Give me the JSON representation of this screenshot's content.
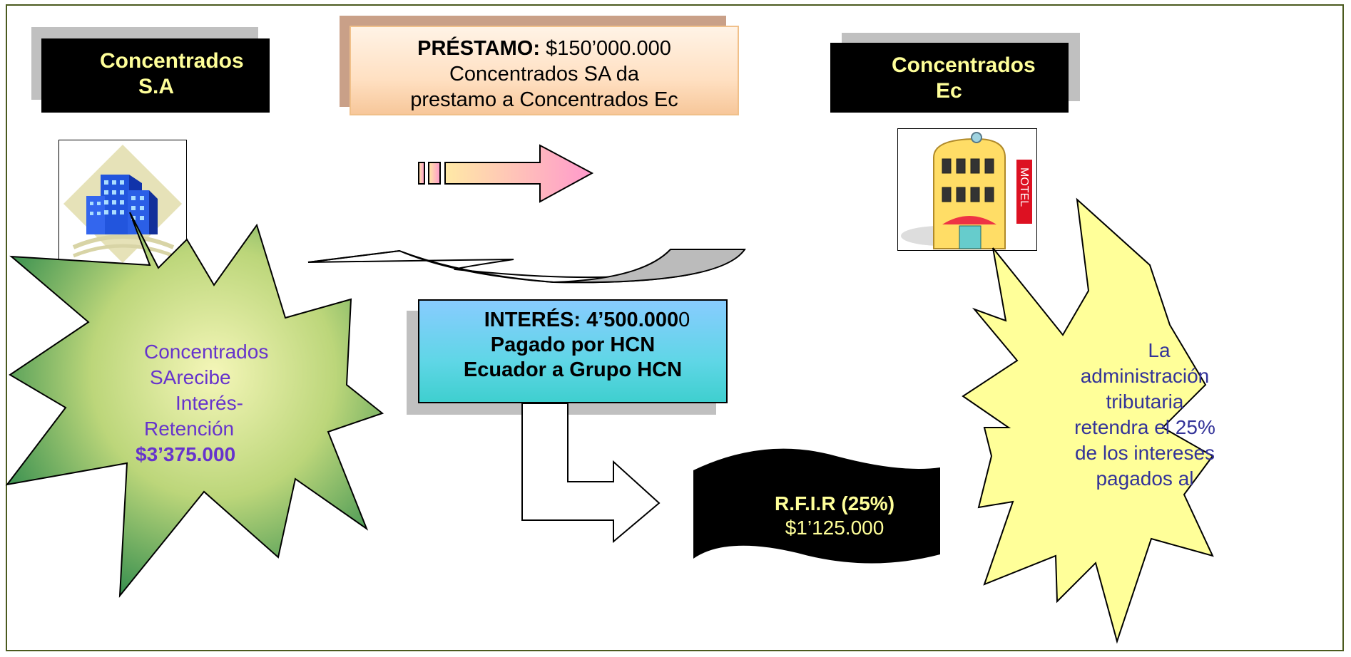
{
  "left_entity": {
    "line1": "Concentrados",
    "line2": "S.A"
  },
  "right_entity": {
    "line1": "Concentrados",
    "line2": "Ec"
  },
  "loan": {
    "label": "PRÉSTAMO:",
    "amount": "$150’000.000",
    "line2": "Concentrados SA  da",
    "line3": "prestamo a Concentrados Ec"
  },
  "interest": {
    "label_bold": "INTERÉS: 4’500.000",
    "label_tail": "0",
    "line2": "Pagado por HCN",
    "line3": "Ecuador a Grupo HCN"
  },
  "receiver_star": {
    "line1": "Concentrados",
    "line2": "SArecibe",
    "line3": "Interés-",
    "line4": "Retención",
    "amount": "$3’375.000"
  },
  "rfir": {
    "label": "R.F.I.R (25%)",
    "amount": "$1’125.000"
  },
  "tax_star": {
    "line1": "La",
    "line2": "administración",
    "line3": "tributaria",
    "line4": "retendra el  25%",
    "line5": "de los intereses",
    "line6": "pagados al"
  },
  "icons": {
    "left": "office-buildings-icon",
    "right": "motel-building-icon",
    "motel_sign": "MOTEL"
  },
  "colors": {
    "entity_text": "#ffff99",
    "star_left_text": "#6633cc",
    "star_right_text": "#333399",
    "star_right_fill": "#ffff99",
    "border": "#4b5a1e"
  }
}
